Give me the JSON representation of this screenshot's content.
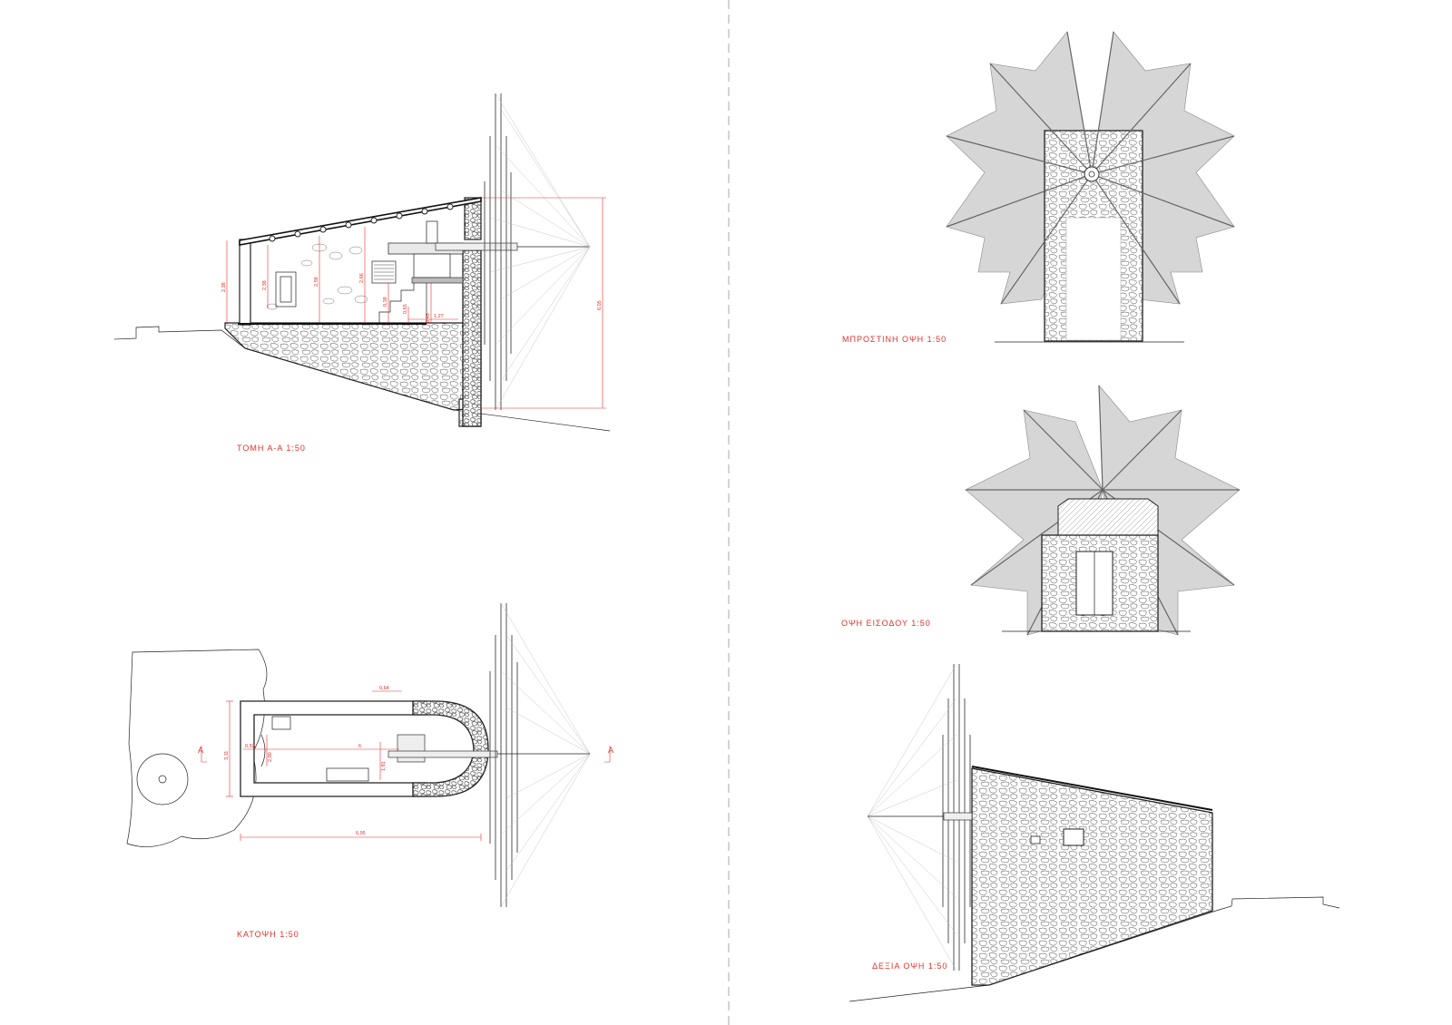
{
  "sheet": {
    "captions": {
      "section": "ΤΟΜΗ Α-Α 1:50",
      "plan": "ΚΑΤΟΨΗ 1:50",
      "front": "ΜΠΡΟΣΤΙΝΗ ΟΨΗ 1:50",
      "entrance": "ΟΨΗ ΕΙΣΟΔΟΥ 1:50",
      "right": "ΔΕΞΙΑ ΟΨΗ 1:50"
    },
    "section_dims": [
      "2,38",
      "2,58",
      "2,66",
      "0,38",
      "0,65",
      "0,45",
      "1,27",
      "6,05",
      "2,38"
    ],
    "plan_dims": [
      "0,64",
      "3,11",
      "0,52",
      "2,00",
      "6",
      "1,81",
      "6,95"
    ],
    "section_markers": [
      "A",
      "A"
    ],
    "colors": {
      "annotation": "#e8302a",
      "sail": "#d6d6d6",
      "ink": "#222222"
    }
  }
}
